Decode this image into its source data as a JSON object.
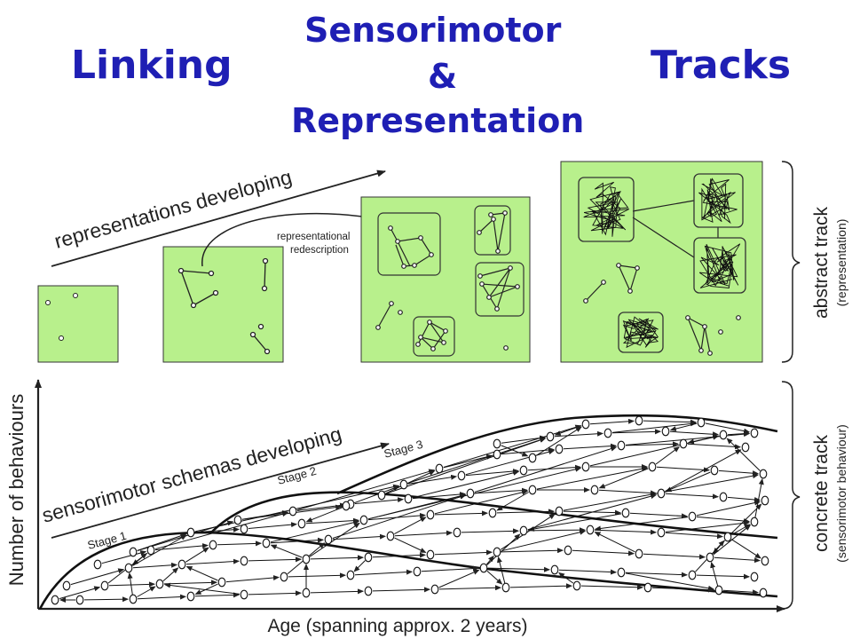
{
  "title": {
    "left": "Linking",
    "center_top": "Sensorimotor",
    "center_mid": "&",
    "center_bottom": "Representation",
    "right": "Tracks"
  },
  "diagram": {
    "representations_arrow_label": "representations developing",
    "redescription_label_line1": "representational",
    "redescription_label_line2": "redescription",
    "abstract_track_label": "abstract track",
    "abstract_track_sub": "(representation)",
    "concrete_track_label": "concrete track",
    "concrete_track_sub": "(sensorimotor behaviour)",
    "schemas_arrow_label": "sensorimotor schemas developing",
    "stage1": "Stage 1",
    "stage2": "Stage 2",
    "stage3": "Stage 3",
    "y_axis_label": "Number of behaviours",
    "x_axis_label": "Age (spanning approx. 2 years)"
  },
  "colors": {
    "title": "#1f1fb4",
    "panel_fill": "#b8f08c",
    "line": "#222222"
  }
}
